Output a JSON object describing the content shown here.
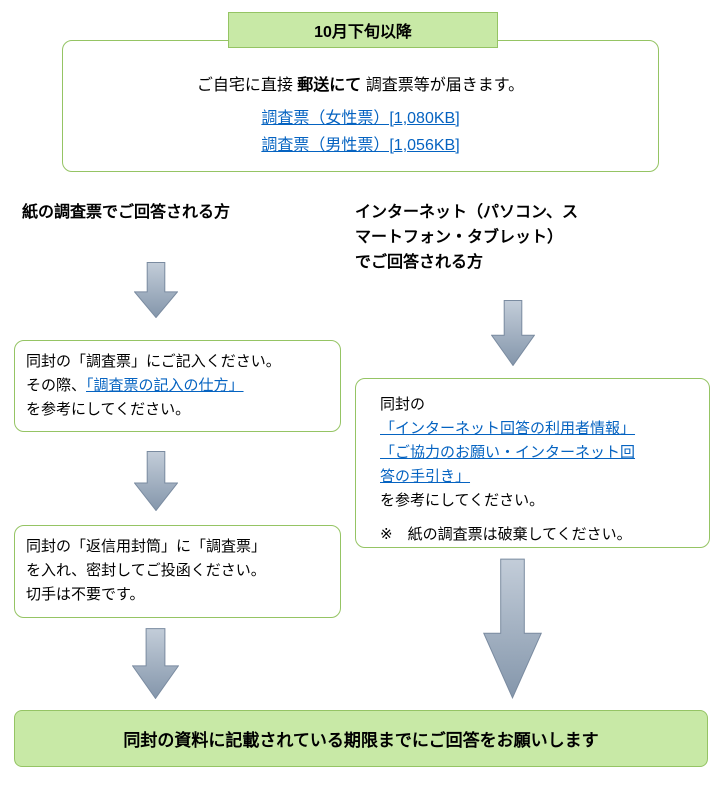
{
  "header": {
    "title": "10月下旬以降"
  },
  "delivery_box": {
    "text_pre": "ご自宅に直接 ",
    "text_bold": "郵送にて",
    "text_post": " 調査票等が届きます。",
    "links": [
      "調査票（女性票）[1,080KB]",
      "調査票（男性票）[1,056KB]"
    ]
  },
  "paper_column": {
    "heading": "紙の調査票でご回答される方",
    "step1": {
      "line1": "同封の「調査票」にご記入ください。",
      "line2_pre": "その際、",
      "line2_link": "「調査票の記入の仕方」",
      "line3": "を参考にしてください。"
    },
    "step2": {
      "lines": [
        "同封の「返信用封筒」に「調査票」",
        "を入れ、密封してご投函ください。",
        "切手は不要です。"
      ]
    }
  },
  "internet_column": {
    "heading_lines": [
      "インターネット（パソコン、ス",
      "マートフォン・タブレット）",
      "でご回答される方"
    ],
    "step1": {
      "line1": "同封の",
      "link1": "「インターネット回答の利用者情報」",
      "link2_lines": [
        "「ご協力のお願い・インターネット回",
        "答の手引き」"
      ],
      "line2": "を参考にしてください。",
      "note": "※　紙の調査票は破棄してください。"
    }
  },
  "footer": {
    "text": "同封の資料に記載されている期限までにご回答をお願いします"
  },
  "colors": {
    "green_fill": "#c8e9a6",
    "green_border": "#95c464",
    "link_blue": "#0563c1",
    "arrow_light": "#c3cdd9",
    "arrow_dark": "#8496ab"
  }
}
